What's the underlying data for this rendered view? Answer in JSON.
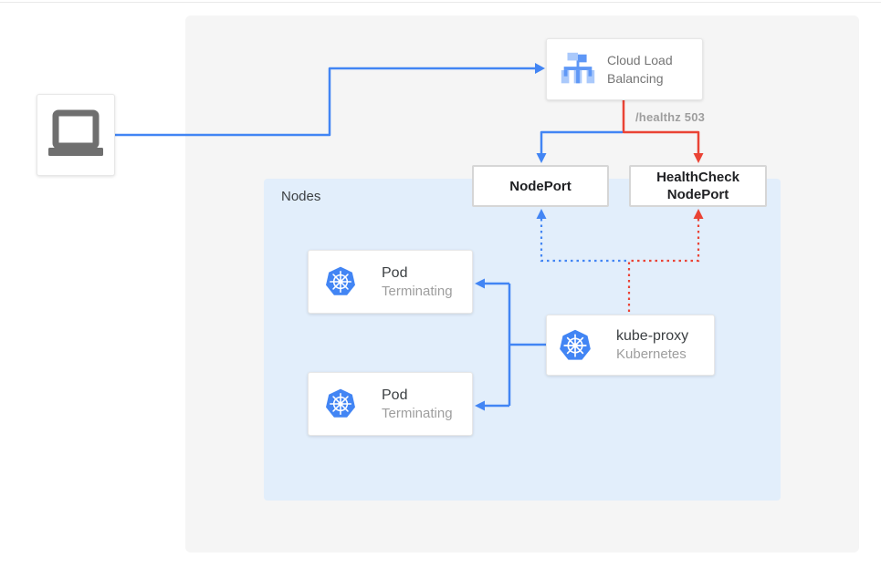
{
  "colors": {
    "blue": "#4285f4",
    "red": "#ea4335",
    "panel_bg": "#f5f5f5",
    "nodes_bg": "#e2eefb",
    "text_dark": "#3c4043",
    "text_gray": "#9e9e9e",
    "port_text": "#202124",
    "card_border": "#e7e7e7",
    "port_border": "#d6d6d6",
    "laptop_gray": "#6f6f6f",
    "k8s_blue": "#4285f4",
    "lb_light": "#aac9fb",
    "lb_mid": "#5e97f6"
  },
  "diagram": {
    "client": {
      "icon": "laptop-icon"
    },
    "cloud_load_balancing": {
      "icon": "cloud-load-balancing-icon",
      "title_lines": [
        "Cloud Load",
        "Balancing"
      ]
    },
    "health_label": "/healthz 503",
    "nodes_panel": {
      "label": "Nodes"
    },
    "nodeport": {
      "label": "NodePort"
    },
    "healthcheck_nodeport": {
      "line1": "HealthCheck",
      "line2": "NodePort"
    },
    "pods": [
      {
        "icon": "kubernetes-icon",
        "title": "Pod",
        "status": "Terminating"
      },
      {
        "icon": "kubernetes-icon",
        "title": "Pod",
        "status": "Terminating"
      }
    ],
    "kube_proxy": {
      "icon": "kubernetes-icon",
      "title": "kube-proxy",
      "subtitle": "Kubernetes"
    }
  }
}
